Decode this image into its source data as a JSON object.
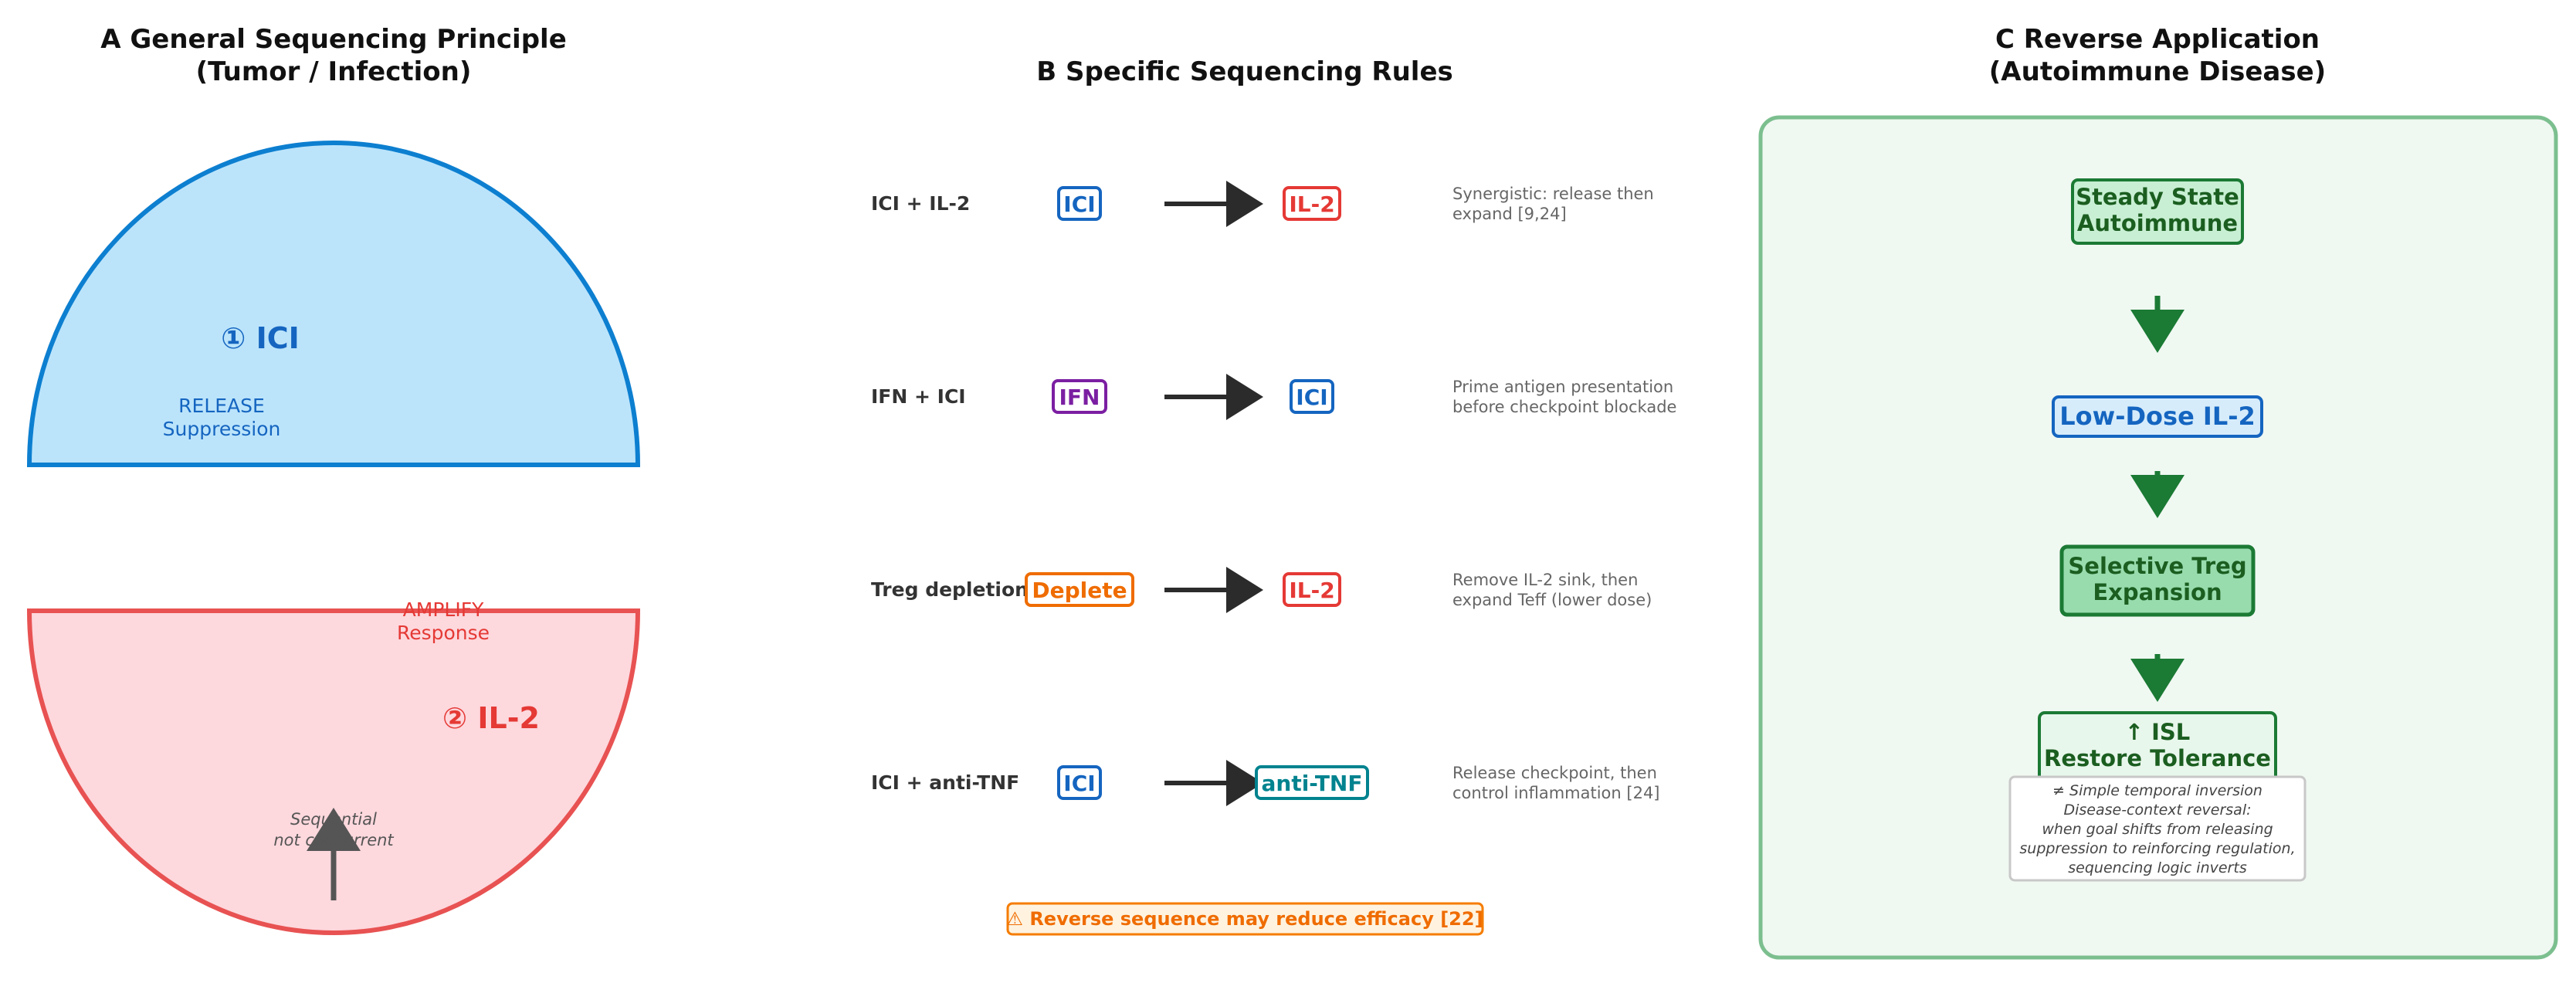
{
  "panel_a": {
    "title_line1": "A  General Sequencing Principle",
    "title_line2": "(Tumor / Infection)",
    "top_label": "① ICI",
    "top_sub_line1": "RELEASE",
    "top_sub_line2": "Suppression",
    "bottom_top_line1": "AMPLIFY",
    "bottom_top_line2": "Response",
    "bottom_label": "② IL-2",
    "arrow_note_line1": "Sequential",
    "arrow_note_line2": "not concurrent"
  },
  "panel_b": {
    "title": "B  Specific Sequencing Rules",
    "rows": [
      {
        "name": "ICI + IL-2",
        "from": "ICI",
        "to": "IL-2",
        "note_line1": "Synergistic: release then",
        "note_line2": "expand [9,24]"
      },
      {
        "name": "IFN + ICI",
        "from": "IFN",
        "to": "ICI",
        "note_line1": "Prime antigen presentation",
        "note_line2": "before checkpoint blockade"
      },
      {
        "name": "Treg depletion",
        "from": "Deplete",
        "to": "IL-2",
        "note_line1": "Remove IL-2 sink, then",
        "note_line2": "expand Teff (lower dose)"
      },
      {
        "name": "ICI + anti-TNF",
        "from": "ICI",
        "to": "anti-TNF",
        "note_line1": "Release checkpoint, then",
        "note_line2": "control inflammation [24]"
      }
    ],
    "warning": "⚠ Reverse sequence may reduce efficacy [22]"
  },
  "panel_c": {
    "title_line1": "C  Reverse Application",
    "title_line2": "(Autoimmune Disease)",
    "box1_line1": "Steady State",
    "box1_line2": "Autoimmune",
    "box2": "Low-Dose IL-2",
    "box3_line1": "Selective Treg",
    "box3_line2": "Expansion",
    "box4_line1": "↑ ISL",
    "box4_line2": "Restore Tolerance",
    "note_line1": "≠ Simple temporal inversion",
    "note_line2": "Disease-context reversal:",
    "note_line3": "when goal shifts from releasing",
    "note_line4": "suppression to reinforcing regulation,",
    "note_line5": "sequencing logic inverts"
  },
  "colors": {
    "ici_blue": "#1565c0",
    "il2_red": "#e53935",
    "ifn_purple": "#7b1fa2",
    "deplete_orange": "#ef6c00",
    "antitnf_teal": "#00838f",
    "green_dark": "#1b7a34",
    "warning_orange": "#f57c00"
  }
}
